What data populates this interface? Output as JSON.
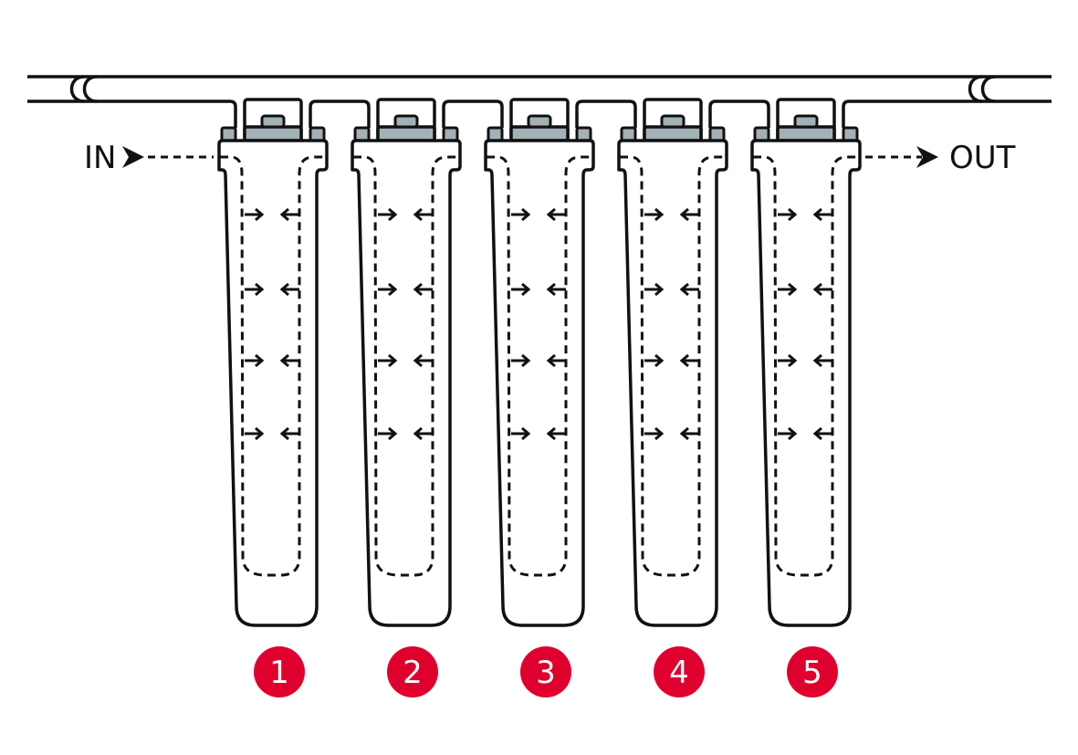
{
  "labels": {
    "in": "IN",
    "out": "OUT"
  },
  "filters": [
    {
      "number": "1"
    },
    {
      "number": "2"
    },
    {
      "number": "3"
    },
    {
      "number": "4"
    },
    {
      "number": "5"
    }
  ],
  "colors": {
    "badge": "#e0002d",
    "cap": "#a3b1b6",
    "line": "#111111"
  }
}
